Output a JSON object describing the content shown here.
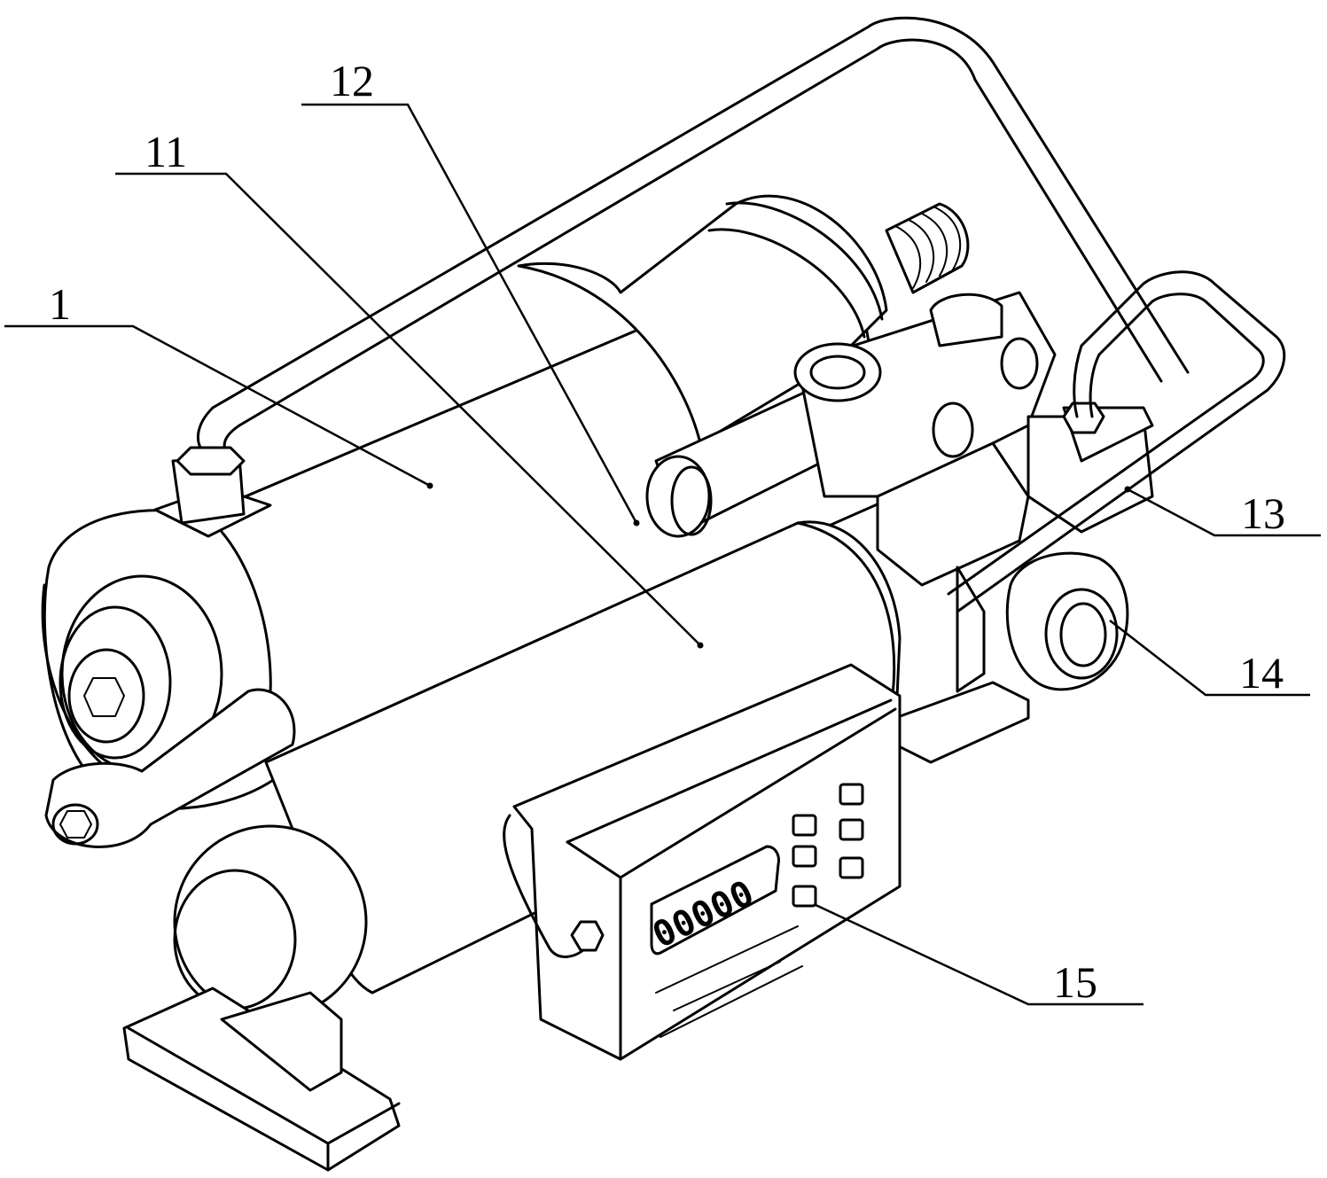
{
  "callouts": [
    {
      "id": "1",
      "label": "1"
    },
    {
      "id": "11",
      "label": "11"
    },
    {
      "id": "12",
      "label": "12"
    },
    {
      "id": "13",
      "label": "13"
    },
    {
      "id": "14",
      "label": "14"
    },
    {
      "id": "15",
      "label": "15"
    }
  ],
  "display": {
    "reading": "00000"
  }
}
